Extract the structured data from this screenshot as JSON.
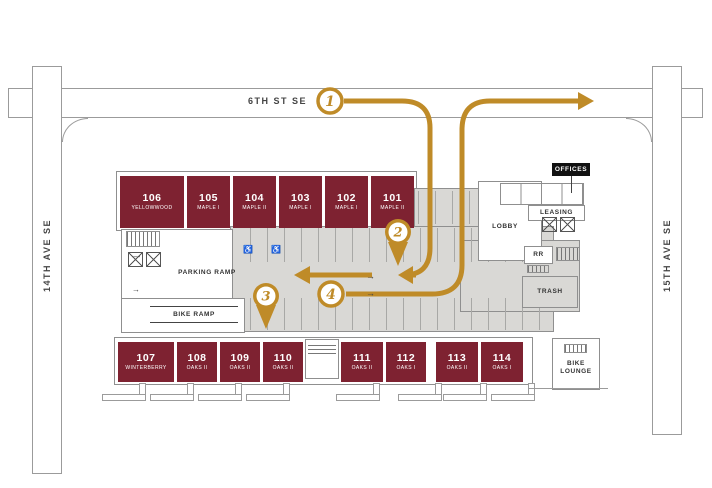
{
  "streets": {
    "top_label": "6TH ST SE",
    "left_label": "14TH AVE SE",
    "right_label": "15TH AVE SE"
  },
  "markers": [
    {
      "label": "1"
    },
    {
      "label": "2"
    },
    {
      "label": "3"
    },
    {
      "label": "4"
    }
  ],
  "units_top": [
    {
      "num": "106",
      "name": "YELLOWWOOD"
    },
    {
      "num": "105",
      "name": "MAPLE I"
    },
    {
      "num": "104",
      "name": "MAPLE II"
    },
    {
      "num": "103",
      "name": "MAPLE I"
    },
    {
      "num": "102",
      "name": "MAPLE I"
    },
    {
      "num": "101",
      "name": "MAPLE II"
    }
  ],
  "units_bottom": [
    {
      "num": "107",
      "name": "WINTERBERRY"
    },
    {
      "num": "108",
      "name": "OAKS II"
    },
    {
      "num": "109",
      "name": "OAKS II"
    },
    {
      "num": "110",
      "name": "OAKS II"
    },
    {
      "num": "111",
      "name": "OAKS II"
    },
    {
      "num": "112",
      "name": "OAKS I"
    },
    {
      "num": "113",
      "name": "OAKS II"
    },
    {
      "num": "114",
      "name": "OAKS I"
    }
  ],
  "labels": {
    "parking_ramp": "PARKING RAMP",
    "bike_ramp": "BIKE RAMP",
    "lobby": "LOBBY",
    "leasing": "LEASING",
    "offices": "OFFICES",
    "restroom": "RR",
    "trash": "TRASH",
    "bike_lounge_line1": "BIKE",
    "bike_lounge_line2": "LOUNGE"
  },
  "icons": {
    "accessible_parking": "♿"
  },
  "colors": {
    "maroon": "#7E2231",
    "gold": "#BF8B28",
    "garage": "#D9D8D5"
  }
}
